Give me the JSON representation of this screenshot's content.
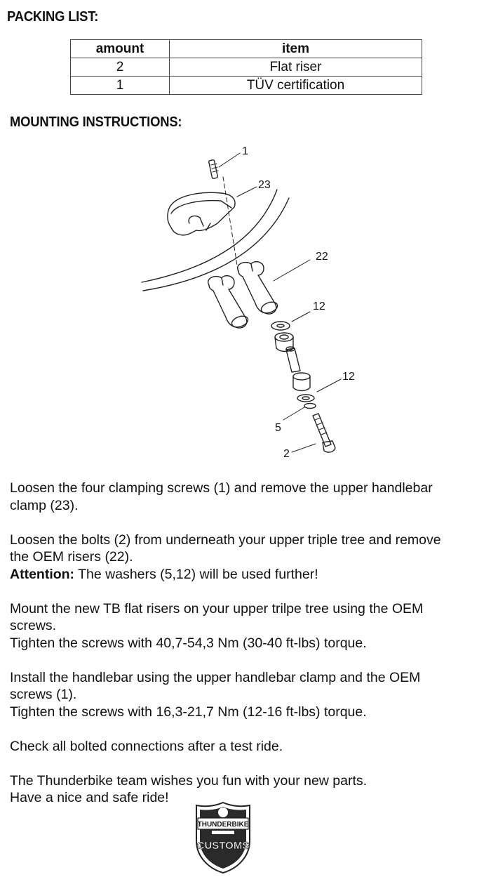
{
  "packing_list": {
    "heading": "PACKING LIST:",
    "columns": [
      "amount",
      "item"
    ],
    "rows": [
      {
        "amount": "2",
        "item": "Flat riser"
      },
      {
        "amount": "1",
        "item": "TÜV certification"
      }
    ]
  },
  "mounting": {
    "heading": "MOUNTING INSTRUCTIONS:",
    "diagram_labels": [
      "1",
      "23",
      "22",
      "12",
      "12",
      "5",
      "2"
    ],
    "steps": [
      {
        "lines": [
          "Loosen the four clamping screws (1) and remove the upper handlebar",
          "clamp (23)."
        ]
      },
      {
        "lines": [
          "Loosen the bolts (2) from underneath your upper triple tree and remove",
          "the OEM risers (22)."
        ],
        "attention_label": "Attention:",
        "attention_text": " The washers (5,12) will be used further!"
      },
      {
        "lines": [
          "Mount the new TB flat risers on your upper trilpe tree using the OEM",
          "screws.",
          "Tighten the screws with 40,7-54,3 Nm (30-40 ft-lbs) torque."
        ]
      },
      {
        "lines": [
          "Install the handlebar using the upper handlebar clamp and the OEM",
          "screws (1).",
          "Tighten the screws with 16,3-21,7 Nm (12-16 ft-lbs) torque."
        ]
      },
      {
        "lines": [
          "Check all bolted connections after a test ride."
        ]
      },
      {
        "lines": [
          "The Thunderbike team wishes you fun with your new parts.",
          "Have a nice and safe ride!"
        ]
      }
    ]
  },
  "logo": {
    "top_text": "THUNDERBIKE",
    "bottom_text": "CUSTOMS"
  }
}
